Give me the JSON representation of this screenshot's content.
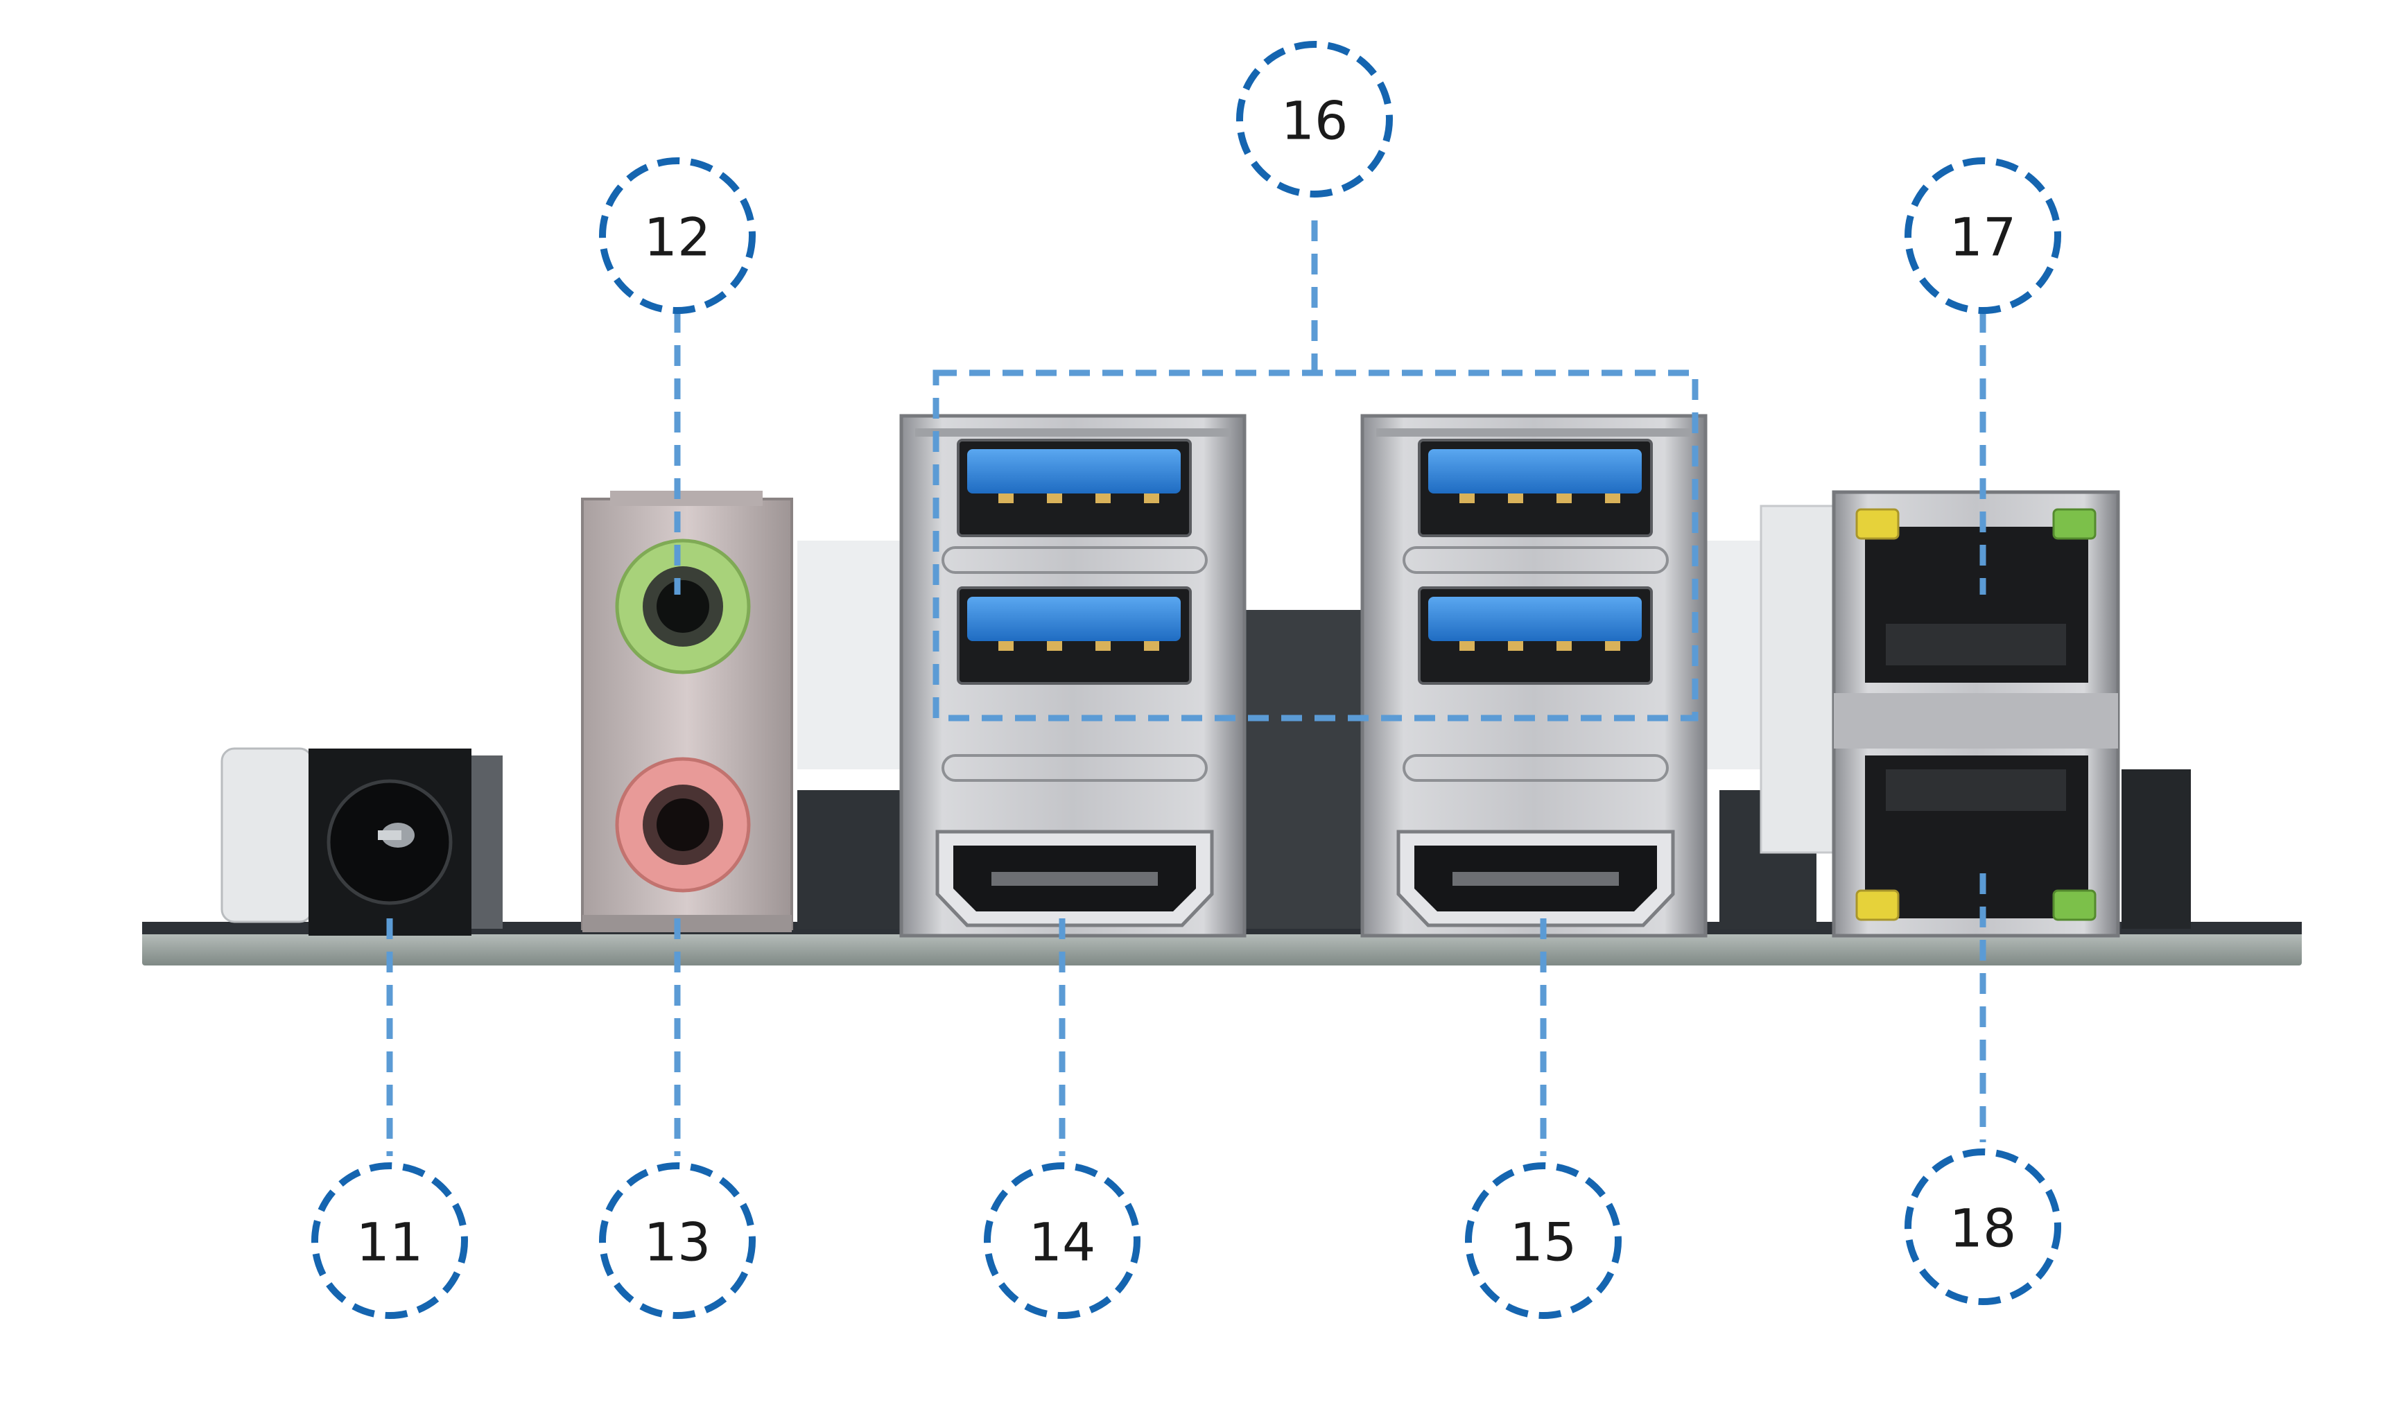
{
  "colors": {
    "callout_blue": "#1565b0",
    "leader_blue": "#5b9bd5",
    "usb_blue": "#2f7fd6",
    "audio_green": "#a8d27a",
    "audio_pink": "#e89a98",
    "led_yellow": "#e6d23a",
    "led_green": "#7cc04a",
    "metal": "#c9c9cc",
    "pcb": "#9aa3a0"
  },
  "callouts": [
    {
      "id": "11",
      "label": "11",
      "target": "dc-power-jack"
    },
    {
      "id": "12",
      "label": "12",
      "target": "audio-line-out"
    },
    {
      "id": "13",
      "label": "13",
      "target": "audio-mic-in"
    },
    {
      "id": "14",
      "label": "14",
      "target": "hdmi-port-left"
    },
    {
      "id": "15",
      "label": "15",
      "target": "hdmi-port-right"
    },
    {
      "id": "16",
      "label": "16",
      "target": "usb-3-ports-group"
    },
    {
      "id": "17",
      "label": "17",
      "target": "rj45-port-top"
    },
    {
      "id": "18",
      "label": "18",
      "target": "rj45-port-bottom"
    }
  ]
}
